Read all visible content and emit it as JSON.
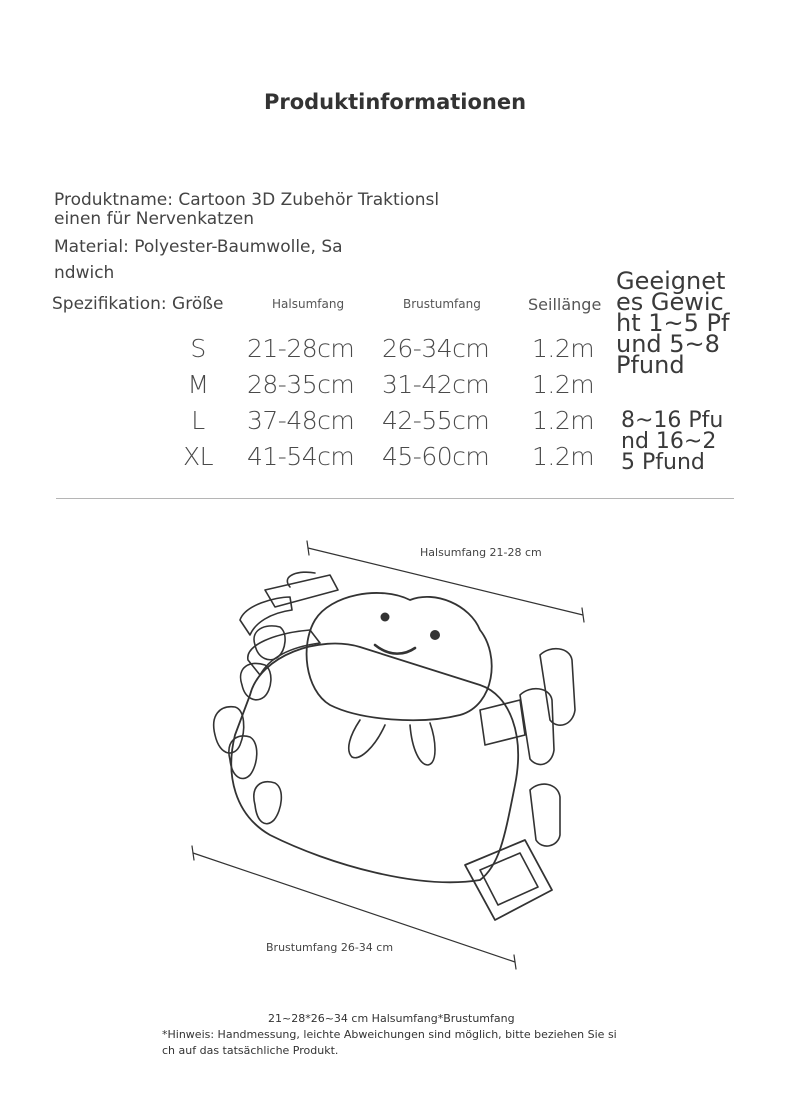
{
  "title": "Produktinformationen",
  "product": {
    "name_line1": "Produktname: Cartoon 3D Zubehör Traktionsl",
    "name_line2": "einen für Nervenkatzen",
    "material_line1": "Material: Polyester-Baumwolle, Sa",
    "material_line2": "ndwich"
  },
  "spec": {
    "label": "Spezifikation: Größe",
    "headers": {
      "neck": "Halsumfang",
      "chest": "Brustumfang",
      "leash": "Seillänge"
    },
    "rows": [
      {
        "size": "S",
        "neck": "21-28cm",
        "chest": "26-34cm",
        "leash": "1.2m"
      },
      {
        "size": "M",
        "neck": "28-35cm",
        "chest": "31-42cm",
        "leash": "1.2m"
      },
      {
        "size": "L",
        "neck": "37-48cm",
        "chest": "42-55cm",
        "leash": "1.2m"
      },
      {
        "size": "XL",
        "neck": "41-54cm",
        "chest": "45-60cm",
        "leash": "1.2m"
      }
    ],
    "weight_a": [
      "Geeignet",
      "es Gewic",
      "ht 1~5 Pf",
      "und 5~8",
      "Pfund"
    ],
    "weight_b": [
      "8~16 Pfu",
      "nd 16~2",
      "5 Pfund"
    ]
  },
  "diagram": {
    "neck_label": "Halsumfang 21-28 cm",
    "chest_label": "Brustumfang 26-34 cm"
  },
  "footer": {
    "dimensions": "21~28*26~34 cm Halsumfang*Brustumfang",
    "note_line1": "*Hinweis: Handmessung, leichte Abweichungen sind möglich, bitte beziehen Sie si",
    "note_line2": "ch auf das tatsächliche Produkt."
  }
}
